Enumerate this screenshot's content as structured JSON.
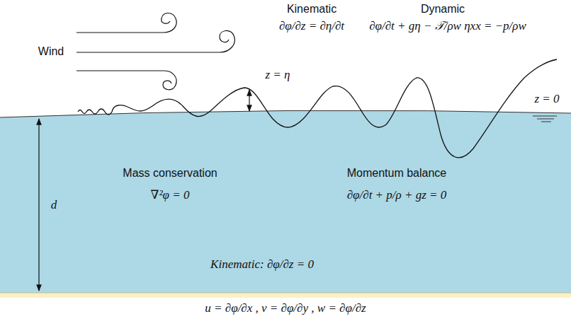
{
  "diagram": {
    "labels": [
      "Wind",
      "Kinematic",
      "∂φ/∂z = ∂η/∂t",
      "Dynamic",
      "∂φ/∂t + gη − 𝒯/ρw ηxx = −p/ρw",
      "z = η",
      "z = 0",
      "d",
      "Mass conservation",
      "∇²φ = 0",
      "Momentum balance",
      "∂φ/∂t + p/ρ + gz = 0",
      "Kinematic: ∂φ/∂z = 0",
      "u = ∂φ/∂x , v = ∂φ/∂y , w = ∂φ/∂z"
    ]
  }
}
